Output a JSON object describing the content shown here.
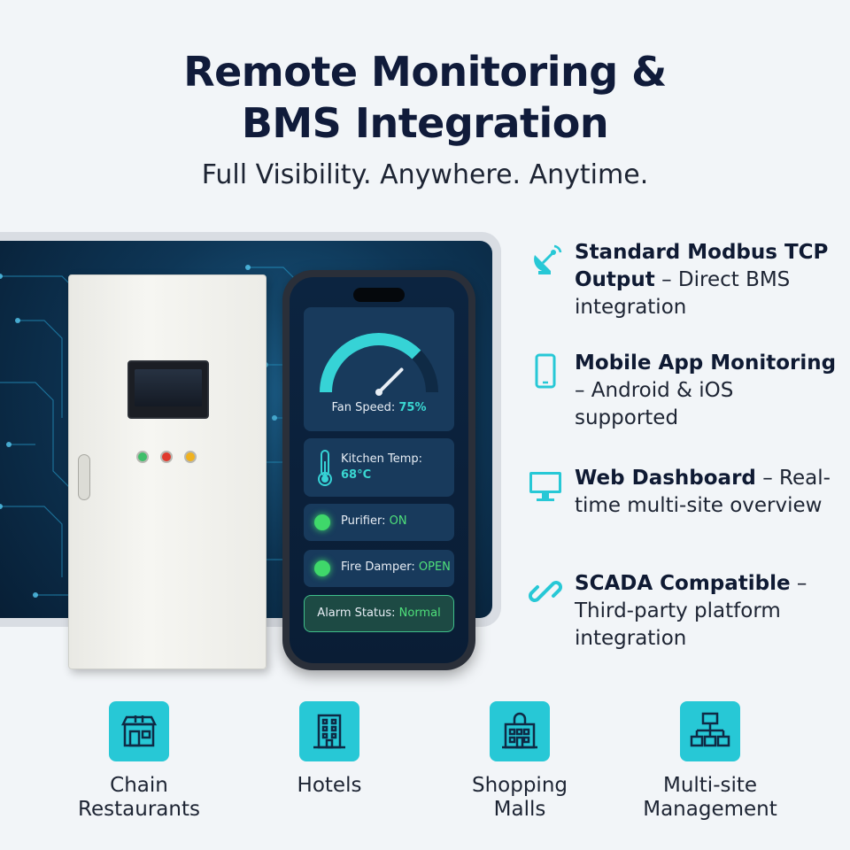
{
  "header": {
    "title_line1": "Remote Monitoring &",
    "title_line2": "BMS Integration",
    "subtitle": "Full Visibility. Anywhere. Anytime."
  },
  "phone_app": {
    "fan_speed_label": "Fan Speed:",
    "fan_speed_value": "75%",
    "fan_speed_fraction": 0.75,
    "kitchen_temp_label": "Kitchen Temp:",
    "kitchen_temp_value": "68°C",
    "purifier_label": "Purifier:",
    "purifier_value": "ON",
    "fire_damper_label": "Fire Damper:",
    "fire_damper_value": "OPEN",
    "alarm_label": "Alarm Status:",
    "alarm_value": "Normal"
  },
  "features": [
    {
      "icon": "satellite-dish-icon",
      "bold": "Standard Modbus TCP Output",
      "rest": " – Direct BMS integration"
    },
    {
      "icon": "smartphone-icon",
      "bold": "Mobile App Monitoring",
      "rest": " – Android & iOS supported"
    },
    {
      "icon": "monitor-icon",
      "bold": "Web Dashboard",
      "rest": " – Real-time multi-site overview"
    },
    {
      "icon": "link-icon",
      "bold": "SCADA Compatible",
      "rest": " – Third-party platform integration"
    }
  ],
  "segments": [
    {
      "icon": "restaurant-icon",
      "line1": "Chain",
      "line2": "Restaurants"
    },
    {
      "icon": "hotel-icon",
      "line1": "Hotels",
      "line2": ""
    },
    {
      "icon": "shopping-mall-icon",
      "line1": "Shopping",
      "line2": "Malls"
    },
    {
      "icon": "network-hierarchy-icon",
      "line1": "Multi-site",
      "line2": "Management"
    }
  ],
  "colors": {
    "accent": "#27c8d6",
    "title": "#101b3a",
    "status_green": "#3fd86a",
    "background": "#f2f5f8"
  }
}
